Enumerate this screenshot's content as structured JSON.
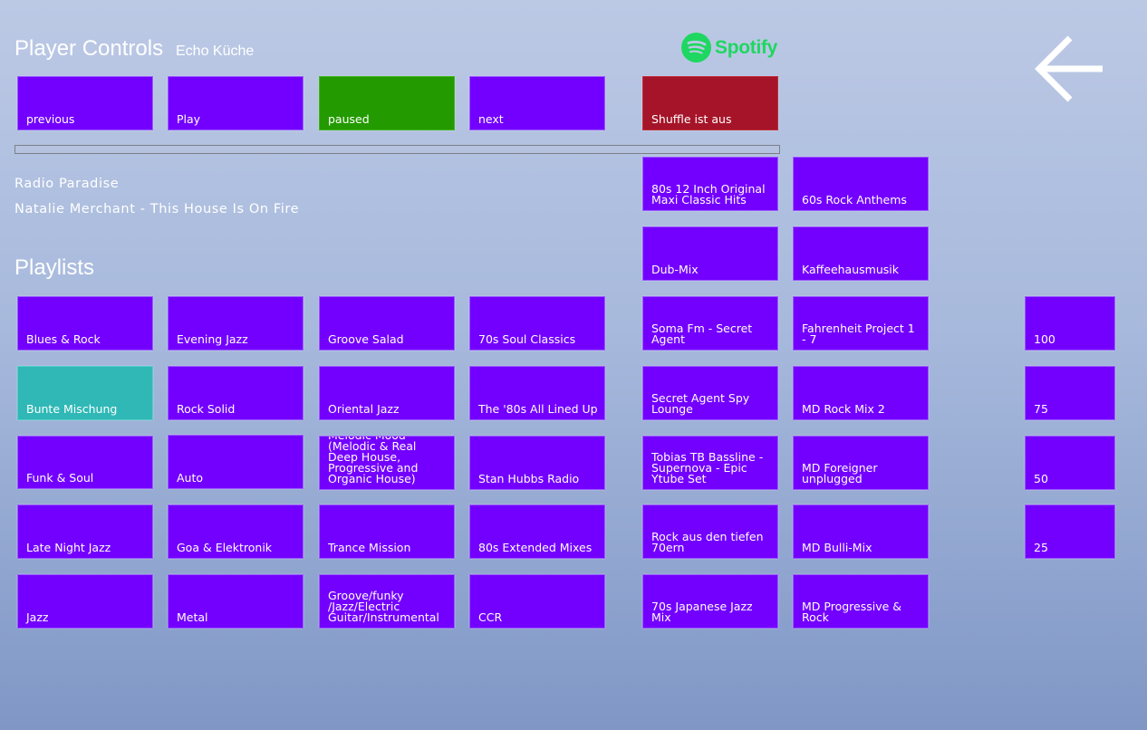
{
  "header": {
    "title": "Player Controls",
    "device": "Echo Küche",
    "brand": "Spotify"
  },
  "controls": {
    "previous": "previous",
    "play": "Play",
    "state": "paused",
    "next": "next",
    "shuffle": "Shuffle ist aus"
  },
  "now_playing": {
    "station": "Radio Paradise",
    "track": "Natalie Merchant - This House Is On Fire"
  },
  "playlists": {
    "title": "Playlists",
    "grid": [
      [
        "Blues & Rock",
        "Evening Jazz",
        "Groove Salad",
        "70s Soul Classics"
      ],
      [
        "Bunte Mischung",
        "Rock Solid",
        "Oriental Jazz",
        "The '80s All Lined Up"
      ],
      [
        "Funk & Soul",
        "Auto",
        "Melodic Mood (Melodic & Real Deep House, Progressive and Organic House)",
        "Stan Hubbs Radio"
      ],
      [
        "Late Night Jazz",
        "Goa & Elektronik",
        "Trance Mission",
        "80s Extended Mixes"
      ],
      [
        "Jazz",
        "Metal",
        "Groove/funky /Jazz/Electric Guitar/Instrumental",
        "CCR"
      ]
    ],
    "right": [
      [
        "80s 12 Inch Original Maxi Classic Hits",
        "60s Rock Anthems"
      ],
      [
        "Dub-Mix",
        "Kaffeehausmusik"
      ],
      [
        "Soma Fm - Secret Agent",
        "Fahrenheit Project 1 - 7"
      ],
      [
        "Secret Agent Spy Lounge",
        "MD Rock Mix 2"
      ],
      [
        "Tobias TB Bassline - Supernova - Epic Ytube Set",
        "MD Foreigner unplugged"
      ],
      [
        "Rock aus den tiefen 70ern",
        "MD Bulli-Mix"
      ],
      [
        "70s Japanese Jazz Mix",
        "MD Progressive & Rock"
      ]
    ]
  },
  "volume": [
    "100",
    "75",
    "50",
    "25"
  ],
  "colors": {
    "tile": "#7300ff",
    "active": "#239a00",
    "shuffle_off": "#a51428",
    "selected": "#2fb8b6",
    "spotify": "#1ed760"
  }
}
